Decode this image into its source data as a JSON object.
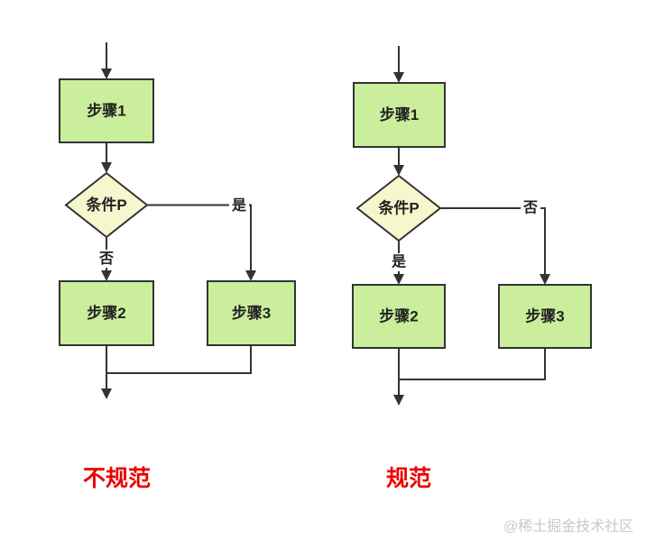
{
  "colors": {
    "canvas-bg": "#ffffff",
    "line": "#333333",
    "box-fill": "#caee9c",
    "diamond-fill": "#f7f7cd",
    "node-text": "#222222",
    "caption": "#ee0000",
    "watermark": "#c9c9c9"
  },
  "watermark": {
    "text": "@稀土掘金技术社区"
  },
  "charts": [
    {
      "caption": "不规范",
      "step1": "步骤1",
      "condition": "条件P",
      "step2": "步骤2",
      "step3": "步骤3",
      "branch_side_label": "是",
      "branch_down_label": "否"
    },
    {
      "caption": "规范",
      "step1": "步骤1",
      "condition": "条件P",
      "step2": "步骤2",
      "step3": "步骤3",
      "branch_side_label": "否",
      "branch_down_label": "是"
    }
  ]
}
